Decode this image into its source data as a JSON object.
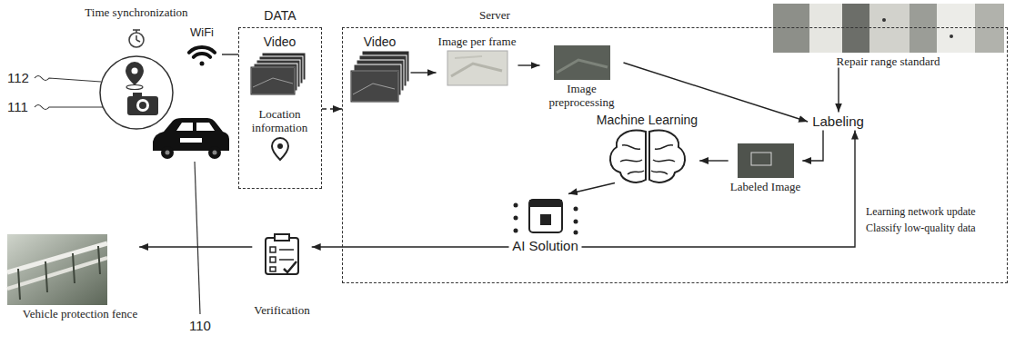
{
  "diagram": {
    "nodes": [
      {
        "text": [
          "DATA"
        ]
      },
      {
        "text": [
          "Video"
        ],
        "in": 0
      },
      {
        "text": [
          "Location information"
        ],
        "in": 0
      },
      {
        "text": [
          "Server"
        ]
      },
      {
        "text": [
          "Video"
        ],
        "in": 3
      },
      {
        "text": [
          "Image per frame"
        ],
        "in": 3
      },
      {
        "text": [
          "Image preprocessing"
        ],
        "in": 3
      },
      {
        "text": [
          "Repair range standard"
        ],
        "in": 3
      },
      {
        "text": [
          "Labeling"
        ],
        "in": 3
      },
      {
        "text": [
          "Labeled Image"
        ],
        "in": 3
      },
      {
        "text": [
          "Machine Learning"
        ],
        "in": 3
      },
      {
        "text": [
          "AI Solution"
        ],
        "in": 3
      },
      {
        "text": [
          "Verification"
        ]
      },
      {
        "text": [
          "Vehicle protection fence"
        ]
      },
      {
        "text": [
          "WiFi"
        ]
      }
    ],
    "edges": [
      {
        "from": 14,
        "to": 0,
        "arrow": "none"
      },
      {
        "from": 0,
        "to": 3,
        "arrow": "to"
      },
      {
        "from": 4,
        "to": 5,
        "arrow": "to"
      },
      {
        "from": 5,
        "to": 6,
        "arrow": "to"
      },
      {
        "from": 6,
        "to": 8,
        "arrow": "to"
      },
      {
        "from": 7,
        "to": 8,
        "arrow": "to"
      },
      {
        "from": 8,
        "to": 9,
        "arrow": "to"
      },
      {
        "from": 9,
        "to": 10,
        "arrow": "to"
      },
      {
        "from": 10,
        "to": 11,
        "arrow": "to"
      },
      {
        "from": 11,
        "to": 12,
        "arrow": "to"
      },
      {
        "from": 12,
        "to": 13,
        "arrow": "to"
      },
      {
        "from": 11,
        "to": 8,
        "arrow": "to"
      }
    ],
    "labels": [
      "Time synchronization",
      "112",
      "111",
      "110",
      "Learning network update",
      "Classify low-quality data"
    ]
  }
}
